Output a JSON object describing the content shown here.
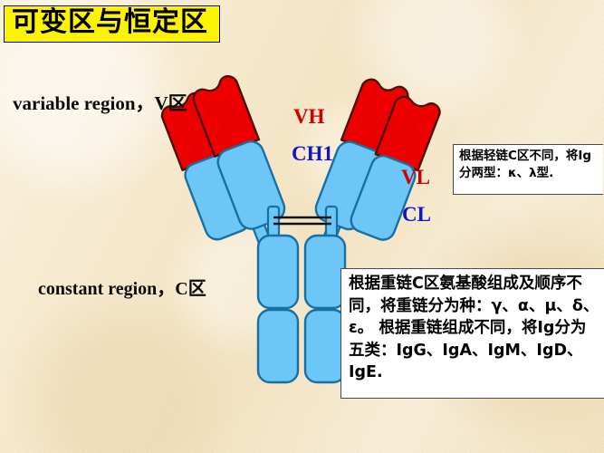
{
  "title": {
    "text": "可变区与恒定区",
    "background": "#fcf204"
  },
  "labels": {
    "variable_region": "variable region，V区",
    "constant_region": "constant region，C区"
  },
  "domain_labels": {
    "vh": "VH",
    "ch1": "CH1",
    "vl": "VL",
    "cl": "CL"
  },
  "callouts": {
    "light_chain": "根据轻链C区不同，将Ig分两型：κ、λ型.",
    "heavy_chain": "根据重链C区氨基酸组成及顺序不同，将重链分为种：γ、α、μ、δ、ε。 根据重链组成不同，将Ig分为五类：IgG、IgA、IgM、IgD、IgE."
  },
  "colors": {
    "variable_domain": "#ee0000",
    "constant_domain": "#6cc6f7",
    "domain_outline": "#1a6fa0",
    "variable_outline": "#5a1008",
    "label_red": "#cf0000",
    "label_blue": "#1313c8",
    "title_highlight": "#fcf204",
    "background": "#f3e6c8",
    "callout_background": "#ffffff"
  },
  "diagram": {
    "name": "immunoglobulin-y-shape",
    "chains": [
      "light-chain-left",
      "heavy-chain-left",
      "heavy-chain-right",
      "light-chain-right"
    ],
    "hinge_disulfide_bonds": 2,
    "heavy_chain_constant_domains": 2
  }
}
